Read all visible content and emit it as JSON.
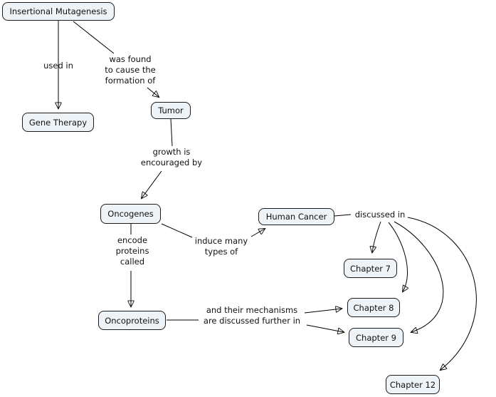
{
  "diagram": {
    "type": "concept-map",
    "nodes": {
      "insertional_mutagenesis": "Insertional Mutagenesis",
      "gene_therapy": "Gene Therapy",
      "tumor": "Tumor",
      "oncogenes": "Oncogenes",
      "oncoproteins": "Oncoproteins",
      "human_cancer": "Human Cancer",
      "chapter_7": "Chapter 7",
      "chapter_8": "Chapter 8",
      "chapter_9": "Chapter 9",
      "chapter_12": "Chapter 12"
    },
    "links": {
      "used_in": [
        "used in"
      ],
      "was_found": [
        "was found",
        "to cause the",
        "formation of"
      ],
      "growth": [
        "growth is",
        "encouraged by"
      ],
      "encode": [
        "encode",
        "proteins",
        "called"
      ],
      "induce": [
        "induce many",
        "types of"
      ],
      "discussed_in": [
        "discussed in"
      ],
      "mechanisms": [
        "and their mechanisms",
        "are discussed further in"
      ]
    },
    "edges": [
      "Insertional Mutagenesis -> used in -> Gene Therapy",
      "Insertional Mutagenesis -> was found to cause the formation of -> Tumor",
      "Tumor -> growth is encouraged by -> Oncogenes",
      "Oncogenes -> encode proteins called -> Oncoproteins",
      "Oncogenes -> induce many types of -> Human Cancer",
      "Human Cancer -> discussed in -> Chapter 7",
      "Human Cancer -> discussed in -> Chapter 8",
      "Human Cancer -> discussed in -> Chapter 9",
      "Human Cancer -> discussed in -> Chapter 12",
      "Oncoproteins -> and their mechanisms are discussed further in -> Chapter 8",
      "Oncoproteins -> and their mechanisms are discussed further in -> Chapter 9"
    ],
    "colors": {
      "background": "#ffffff",
      "node_fill": "#eef3f7",
      "node_border": "#1b1b1b",
      "connector": "#000000",
      "text": "#111111"
    }
  }
}
